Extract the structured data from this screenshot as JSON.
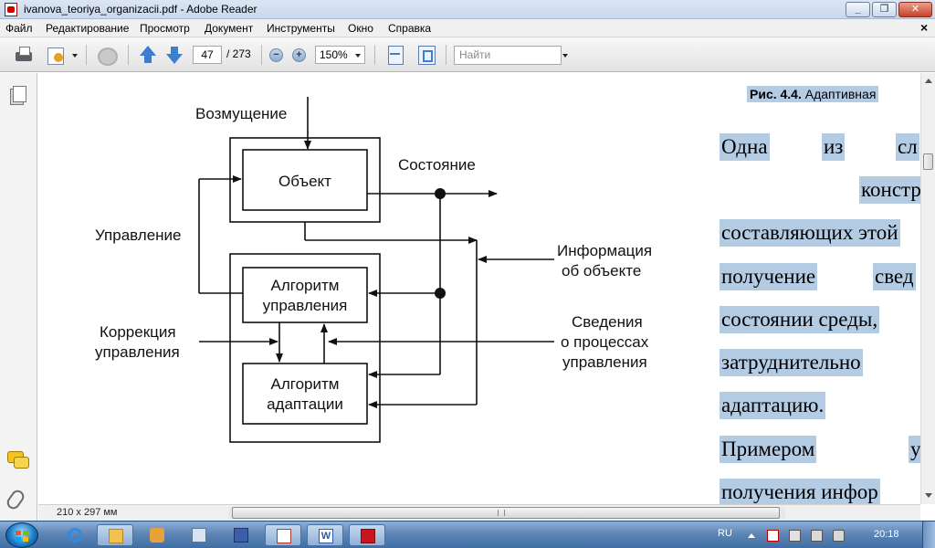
{
  "window": {
    "title": "ivanova_teoriya_organizacii.pdf - Adobe Reader"
  },
  "menu": {
    "items": [
      "Файл",
      "Редактирование",
      "Просмотр",
      "Документ",
      "Инструменты",
      "Окно",
      "Справка"
    ],
    "close_glyph": "×"
  },
  "toolbar": {
    "page_current": "47",
    "page_total": "/ 273",
    "zoom": "150%",
    "find_placeholder": "Найти",
    "zoom_out_glyph": "−",
    "zoom_in_glyph": "+"
  },
  "diagram": {
    "labels": {
      "disturbance": "Возмущение",
      "object": "Объект",
      "state": "Состояние",
      "control": "Управление",
      "object_info_1": "Информация",
      "object_info_2": "об объекте",
      "control_algo_1": "Алгоритм",
      "control_algo_2": "управления",
      "correction_1": "Коррекция",
      "correction_2": "управления",
      "process_info_1": "Сведения",
      "process_info_2": "о процессах",
      "process_info_3": "управления",
      "adapt_algo_1": "Алгоритм",
      "adapt_algo_2": "адаптации"
    }
  },
  "document": {
    "caption_bold": "Рис. 4.4.",
    "caption_text": " Адаптивная",
    "lines": [
      [
        "Одна",
        "из",
        "сл"
      ],
      [
        "констр"
      ],
      [
        "составляющих этой"
      ],
      [
        "получение",
        "свед"
      ],
      [
        "состоянии среды,"
      ],
      [
        "затруднительно"
      ],
      [
        "адаптацию."
      ],
      [
        "Примером",
        "у"
      ],
      [
        "получения  инфор"
      ]
    ]
  },
  "status": {
    "page_size": "210 x 297 мм"
  },
  "taskbar": {
    "language": "RU",
    "time": "20:18",
    "word_glyph": "W"
  }
}
